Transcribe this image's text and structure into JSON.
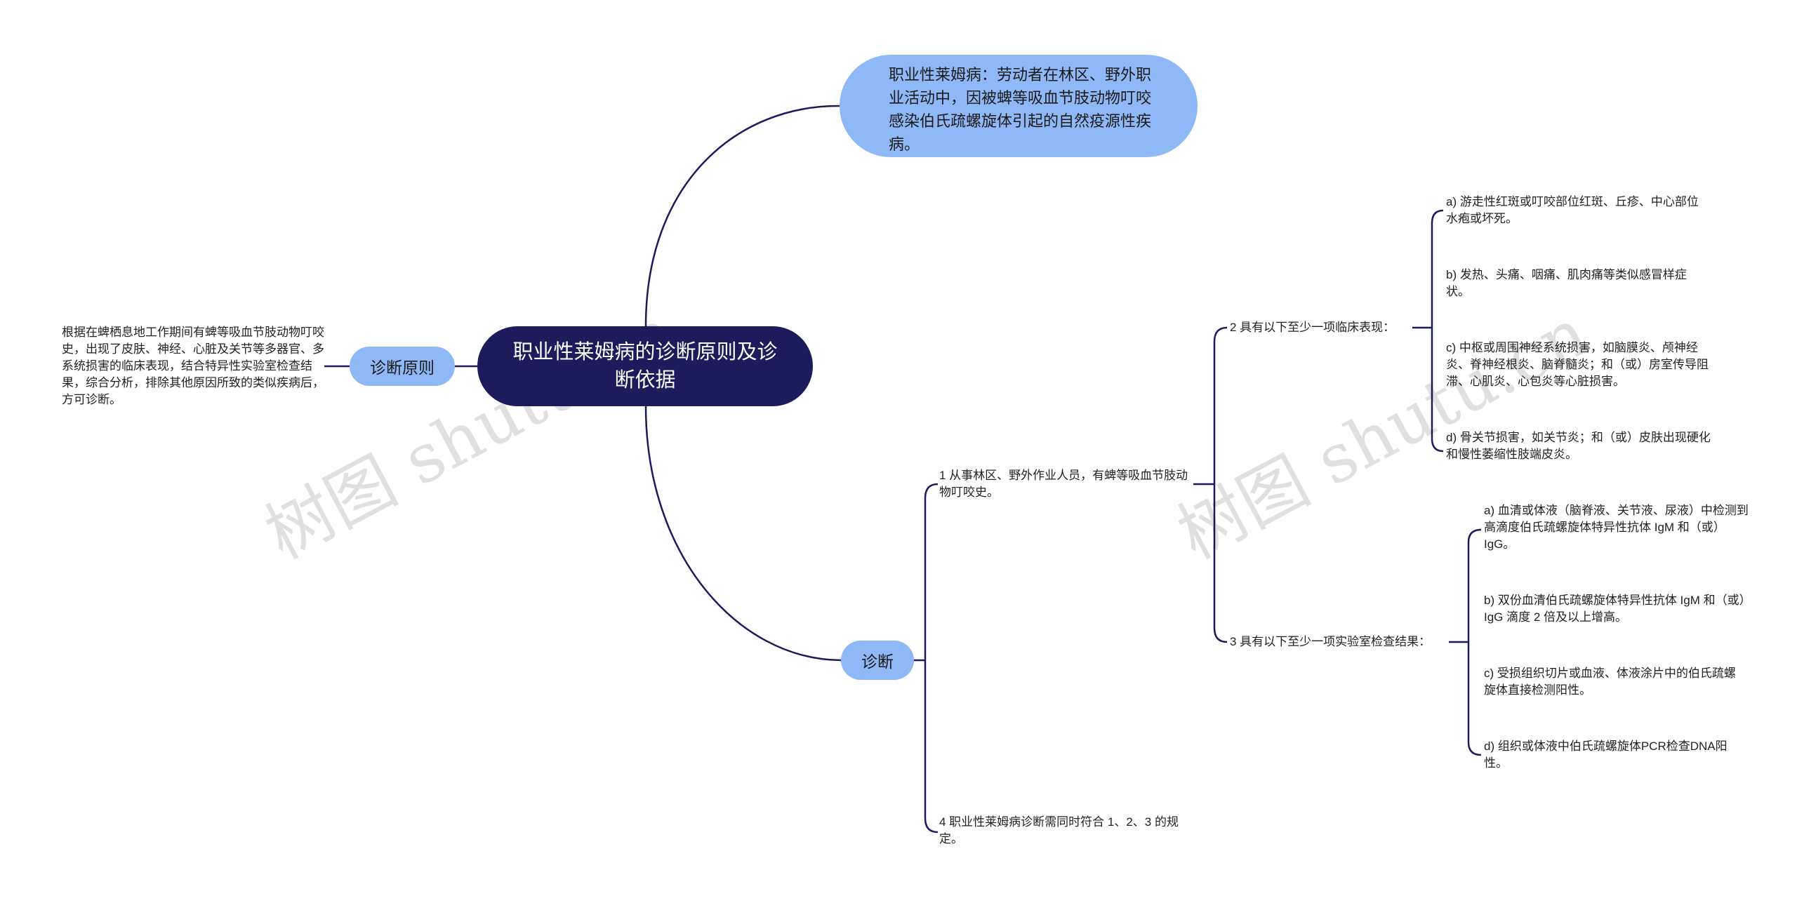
{
  "root": {
    "text": "职业性莱姆病的诊断原则及诊断依据"
  },
  "definition": {
    "text": "职业性莱姆病：劳动者在林区、野外职业活动中，因被蜱等吸血节肢动物叮咬感染伯氏疏螺旋体引起的自然疫源性疾病。"
  },
  "principle": {
    "label": "诊断原则",
    "text": "根据在蜱栖息地工作期间有蜱等吸血节肢动物叮咬史，出现了皮肤、神经、心脏及关节等多器官、多系统损害的临床表现，结合特异性实验室检查结果，综合分析，排除其他原因所致的类似疾病后，方可诊断。"
  },
  "diagnosis": {
    "label": "诊断",
    "item1": "1 从事林区、野外作业人员，有蜱等吸血节肢动物叮咬史。",
    "item2": "2 具有以下至少一项临床表现：",
    "item3": "3 具有以下至少一项实验室检查结果：",
    "item4": "4 职业性莱姆病诊断需同时符合 1、2、3 的规定。",
    "clinical": {
      "a": "a) 游走性红斑或叮咬部位红斑、丘疹、中心部位水疱或坏死。",
      "b": "b) 发热、头痛、咽痛、肌肉痛等类似感冒样症状。",
      "c": "c) 中枢或周围神经系统损害，如脑膜炎、颅神经炎、脊神经根炎、脑脊髓炎；和（或）房室传导阻滞、心肌炎、心包炎等心脏损害。",
      "d": "d) 骨关节损害，如关节炎；和（或）皮肤出现硬化和慢性萎缩性肢端皮炎。"
    },
    "lab": {
      "a": "a) 血清或体液（脑脊液、关节液、尿液）中检测到高滴度伯氏疏螺旋体特异性抗体 IgM 和（或）IgG。",
      "b": "b) 双份血清伯氏疏螺旋体特异性抗体 IgM 和（或）IgG 滴度 2 倍及以上增高。",
      "c": "c) 受损组织切片或血液、体液涂片中的伯氏疏螺旋体直接检测阳性。",
      "d": "d) 组织或体液中伯氏疏螺旋体PCR检查DNA阳性。"
    }
  },
  "watermarks": [
    "树图 shutu.cn",
    "树图 shutu.cn"
  ],
  "colors": {
    "root_bg": "#1c1c5c",
    "pill_bg": "#8fb8f6",
    "line": "#1c1c5c"
  }
}
